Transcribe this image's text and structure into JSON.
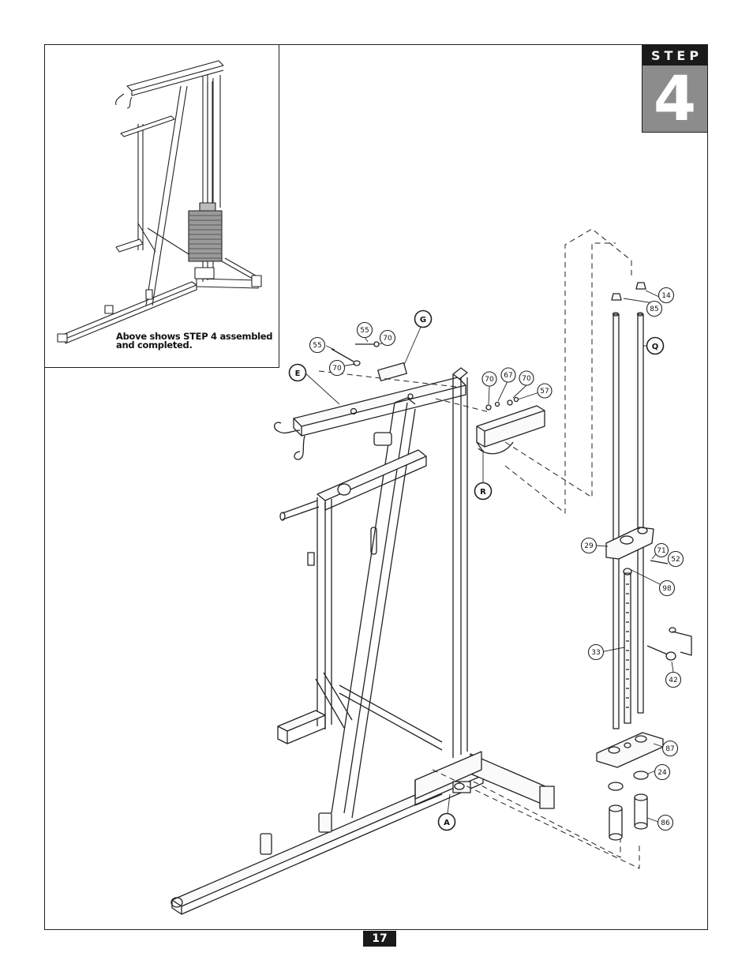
{
  "step": {
    "word": "STEP",
    "number": "4"
  },
  "inset": {
    "caption_line1": "Above shows STEP 4 assembled",
    "caption_line2": "and completed."
  },
  "page_number": "17",
  "callouts": {
    "c55a": "55",
    "c55b": "55",
    "c70a": "70",
    "c70b": "70",
    "c70c": "70",
    "c70d": "70",
    "c67": "67",
    "c57": "57",
    "c14": "14",
    "c85": "85",
    "c29": "29",
    "c71": "71",
    "c52": "52",
    "c98": "98",
    "c33": "33",
    "c42": "42",
    "c87": "87",
    "c24": "24",
    "c86": "86",
    "partG": "G",
    "partE": "E",
    "partR": "R",
    "partQ": "Q",
    "partA": "A"
  }
}
